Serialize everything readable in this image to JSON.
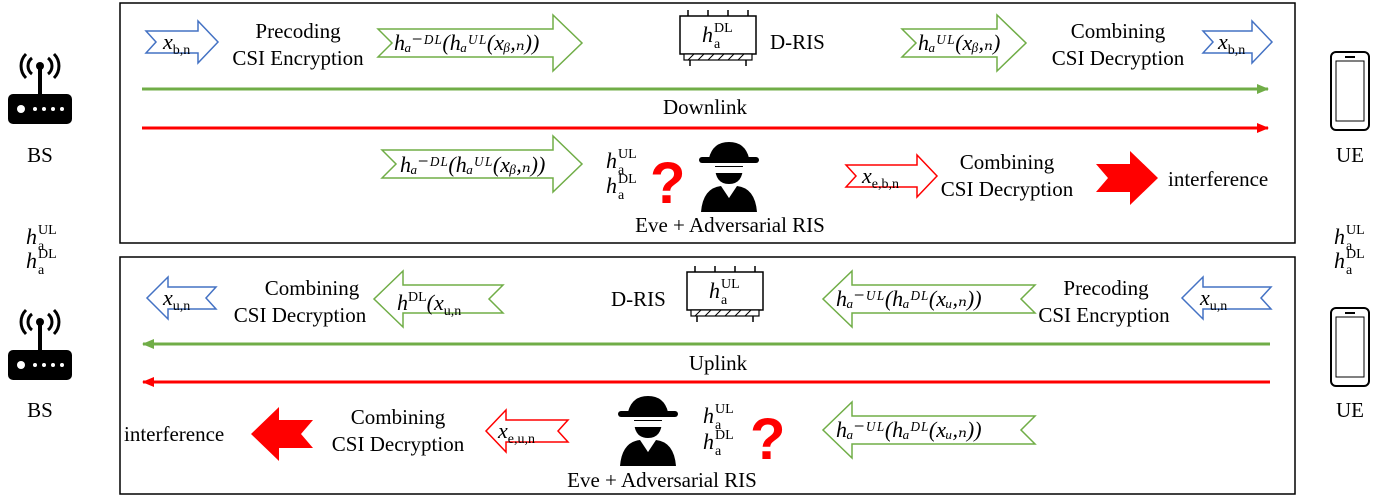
{
  "diagram": {
    "left_device": {
      "label": "BS"
    },
    "right_device": {
      "label": "UE"
    },
    "left_keys": {
      "h_ul": "h",
      "ul_sup": "UL",
      "ul_sub": "a",
      "h_dl": "h",
      "dl_sup": "DL",
      "dl_sub": "a"
    },
    "right_keys": {
      "h_ul": "h",
      "ul_sup": "UL",
      "ul_sub": "a",
      "h_dl": "h",
      "dl_sup": "DL",
      "dl_sub": "a"
    },
    "downlink": {
      "link_label": "Downlink",
      "symbol_in": "x",
      "symbol_in_sub": "b,n",
      "precoding_line1": "Precoding",
      "precoding_line2": "CSI Encryption",
      "encrypted_signal": "hₐ⁻ᴰᴸ(hₐᵁᴸ(xᵦ,ₙ))",
      "ris_label": "D-RIS",
      "ris_channel": "h",
      "ris_channel_sup": "DL",
      "ris_channel_sub": "a",
      "after_ris_signal": "hₐᵁᴸ(xᵦ,ₙ)",
      "combining_line1": "Combining",
      "combining_line2": "CSI Decryption",
      "symbol_out": "x",
      "symbol_out_sub": "b,n",
      "eve_signal": "hₐ⁻ᴰᴸ(hₐᵁᴸ(xᵦ,ₙ))",
      "eve_key_ul": "h",
      "eve_key_ul_sup": "UL",
      "eve_key_dl": "h",
      "eve_key_dl_sup": "DL",
      "eve_key_sub": "a",
      "eve_question": "?",
      "eve_label": "Eve + Adversarial RIS",
      "eve_symbol": "x",
      "eve_symbol_sub": "e,b,n",
      "eve_combining_line1": "Combining",
      "eve_combining_line2": "CSI Decryption",
      "interference": "interference"
    },
    "uplink": {
      "link_label": "Uplink",
      "symbol_out": "x",
      "symbol_out_sub": "u,n",
      "combining_line1": "Combining",
      "combining_line2": "CSI Decryption",
      "decrypted_signal": "h",
      "decrypted_sup": "DL",
      "decrypted_arg": "(x",
      "decrypted_arg_sub": "u,n",
      "ris_label": "D-RIS",
      "ris_channel": "h",
      "ris_channel_sup": "UL",
      "ris_channel_sub": "a",
      "encrypted_signal": "hₐ⁻ᵁᴸ(hₐᴰᴸ(xᵤ,ₙ))",
      "precoding_line1": "Precoding",
      "precoding_line2": "CSI Encryption",
      "symbol_in": "x",
      "symbol_in_sub": "u,n",
      "interference": "interference",
      "eve_combining_line1": "Combining",
      "eve_combining_line2": "CSI Decryption",
      "eve_symbol": "x",
      "eve_symbol_sub": "e,u,n",
      "eve_key_ul": "h",
      "eve_key_ul_sup": "UL",
      "eve_key_dl": "h",
      "eve_key_dl_sup": "DL",
      "eve_key_sub": "a",
      "eve_question": "?",
      "eve_label": "Eve + Adversarial RIS",
      "eve_signal": "hₐ⁻ᵁᴸ(hₐᴰᴸ(xᵤ,ₙ))"
    },
    "colors": {
      "green": "#70ad47",
      "red": "#ff0000",
      "blue": "#4472c4",
      "black": "#000000"
    }
  }
}
